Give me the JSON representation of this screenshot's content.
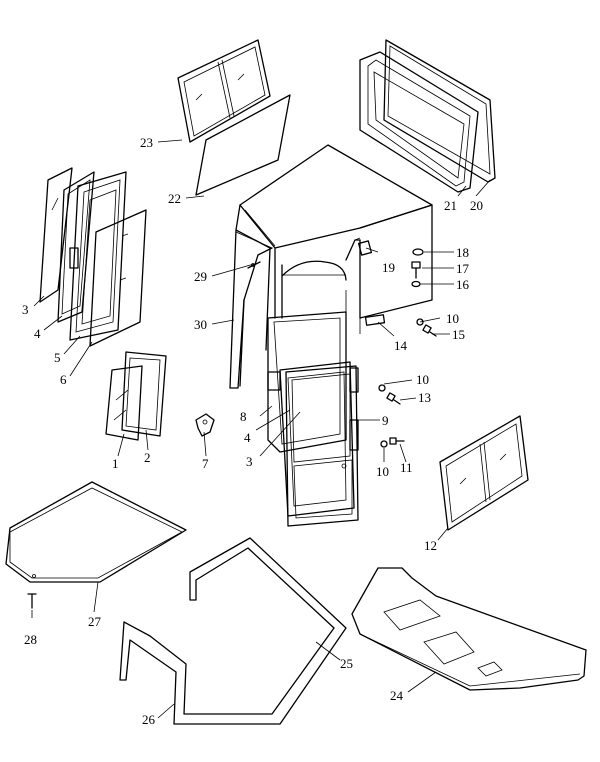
{
  "labels": {
    "p1": "1",
    "p2": "2",
    "p3a": "3",
    "p3b": "3",
    "p4a": "4",
    "p4b": "4",
    "p5": "5",
    "p6": "6",
    "p7": "7",
    "p8": "8",
    "p9": "9",
    "p10a": "10",
    "p10b": "10",
    "p10c": "10",
    "p11": "11",
    "p12": "12",
    "p13": "13",
    "p14": "14",
    "p15": "15",
    "p16": "16",
    "p17": "17",
    "p18": "18",
    "p19": "19",
    "p20": "20",
    "p21": "21",
    "p22": "22",
    "p23": "23",
    "p24": "24",
    "p25": "25",
    "p26": "26",
    "p27": "27",
    "p28": "28",
    "p29": "29",
    "p30": "30"
  }
}
